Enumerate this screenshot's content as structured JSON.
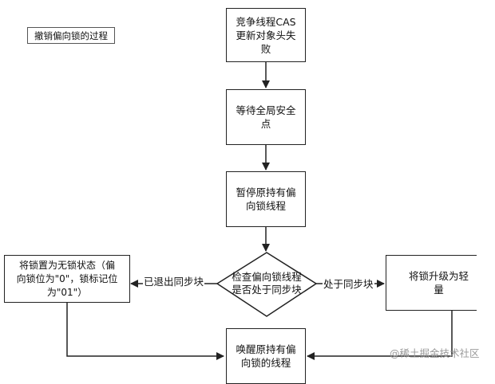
{
  "title_label": "撤销偏向锁的过程",
  "nodes": {
    "cas_fail": "竞争线程CAS\n更新对象头失\n败",
    "wait_safepoint": "等待全局安全\n点",
    "pause_thread": "暂停原持有偏\n向锁线程",
    "check_sync": "检查偏向锁线程\n是否处于同步块",
    "set_unlocked": "将锁置为无锁状态（偏\n向锁位为\"0\"，锁标记位\n为\"01\"）",
    "upgrade_light": "将锁升级为轻量",
    "wake_thread": "唤醒原持有偏\n向锁的线程"
  },
  "edge_labels": {
    "exited_sync": "已退出同步块",
    "in_sync": "处于同步块"
  },
  "watermark": "@稀土掘金技术社区",
  "colors": {
    "line": "#222222",
    "watermark": "#9a9a9a"
  }
}
